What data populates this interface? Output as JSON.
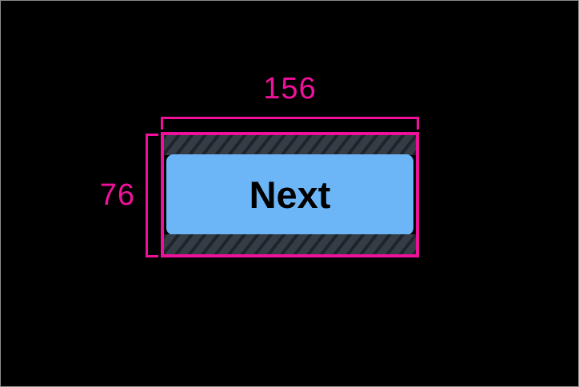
{
  "overlay": {
    "background_color": "#000000",
    "annotation_color": "#f0119b",
    "frame_border_color": "#8a8a8a"
  },
  "dimensions": {
    "width": {
      "value": "156",
      "label_name": "width-dimension-label"
    },
    "height": {
      "value": "76",
      "label_name": "height-dimension-label"
    }
  },
  "element": {
    "type": "button",
    "label": "Next",
    "fill_color": "#6cb6f7",
    "text_color": "#000000",
    "padding_band_color": "#343c46",
    "outline_color": "#f0119b"
  }
}
